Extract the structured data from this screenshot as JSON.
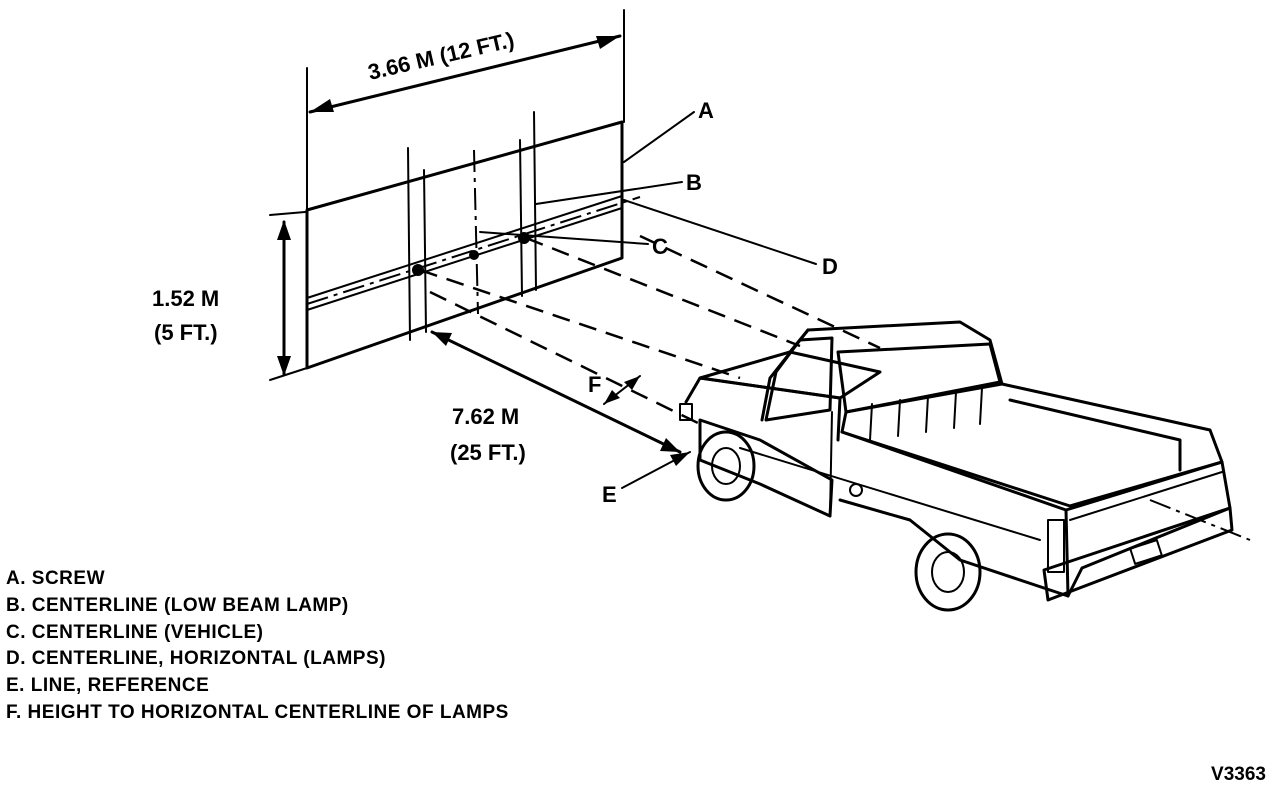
{
  "dimensions": {
    "width_label": "3.66 M   (12 FT.)",
    "height_metric": "1.52 M",
    "height_imperial": "(5 FT.)",
    "distance_metric": "7.62 M",
    "distance_imperial": "(25 FT.)"
  },
  "callouts": {
    "a": "A",
    "b": "B",
    "c": "C",
    "d": "D",
    "e": "E",
    "f": "F"
  },
  "legend": [
    "A.  SCREW",
    "B.  CENTERLINE (LOW BEAM LAMP)",
    "C.  CENTERLINE (VEHICLE)",
    "D.  CENTERLINE, HORIZONTAL (LAMPS)",
    "E.  LINE, REFERENCE",
    "F.  HEIGHT TO HORIZONTAL CENTERLINE OF LAMPS"
  ],
  "figure_id": "V3363"
}
